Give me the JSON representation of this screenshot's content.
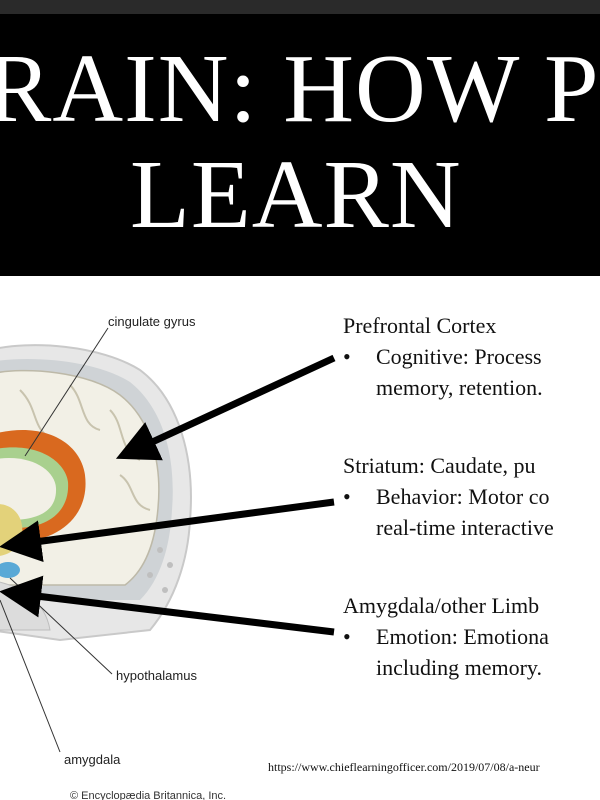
{
  "slide": {
    "title_line1": "RAIN: HOW PE",
    "title_line2": "LEARN"
  },
  "figure": {
    "labels": {
      "cingulate": "cingulate gyrus",
      "hypothalamus": "hypothalamus",
      "amygdala": "amygdala"
    },
    "copyright": "© Encyclopædia Britannica, Inc."
  },
  "blocks": [
    {
      "heading": "Prefrontal Cortex",
      "bullet": "•",
      "lines": [
        "Cognitive: Process",
        "memory, retention."
      ]
    },
    {
      "heading": "Striatum: Caudate, pu",
      "bullet": "•",
      "lines": [
        "Behavior: Motor co",
        "real-time interactive"
      ]
    },
    {
      "heading": "Amygdala/other Limb",
      "bullet": "•",
      "lines": [
        "Emotion: Emotiona",
        "including memory."
      ]
    }
  ],
  "source_url": "https://www.chieflearningofficer.com/2019/07/08/a-neur",
  "colors": {
    "header_bg": "#000000",
    "orange": "#d9691f",
    "green": "#a9d08e",
    "cream": "#f2f0e6",
    "yellow": "#e3d27a",
    "blue": "#5aa9d6"
  }
}
